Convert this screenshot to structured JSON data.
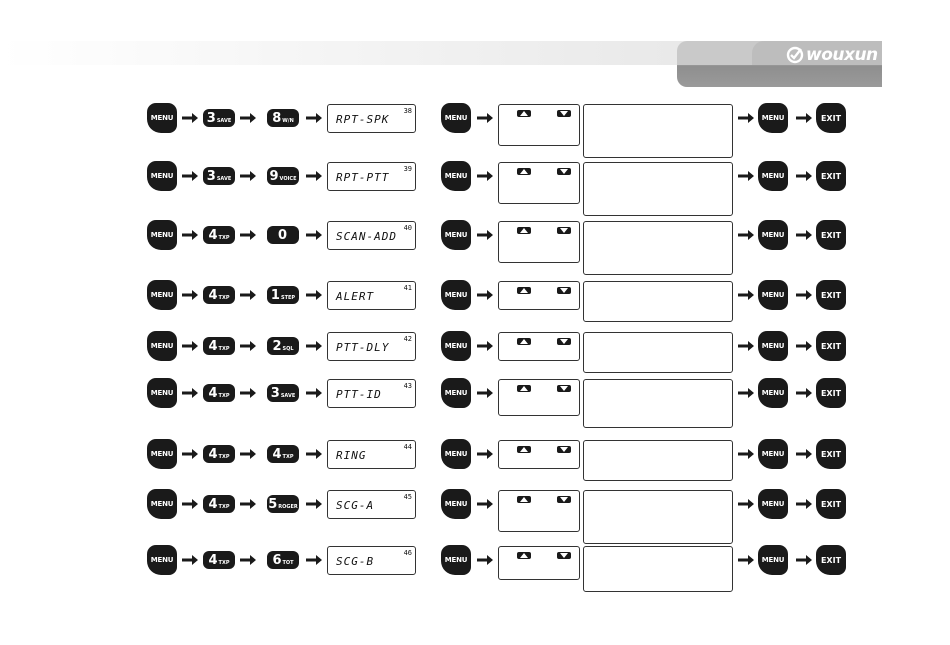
{
  "header": {
    "brand": "wouxun"
  },
  "keys": {
    "menu": "MENU",
    "exit": "EXIT"
  },
  "rows": [
    {
      "digit": "3",
      "sub": "SAVE",
      "digit2": "8",
      "sub2": "W/N",
      "label": "RPT-SPK",
      "num": "38"
    },
    {
      "digit": "3",
      "sub": "SAVE",
      "digit2": "9",
      "sub2": "VOICE",
      "label": "RPT-PTT",
      "num": "39"
    },
    {
      "digit": "4",
      "sub": "TXP",
      "digit2": "0",
      "sub2": "",
      "label": "SCAN-ADD",
      "num": "40"
    },
    {
      "digit": "4",
      "sub": "TXP",
      "digit2": "1",
      "sub2": "STEP",
      "label": "ALERT",
      "num": "41"
    },
    {
      "digit": "4",
      "sub": "TXP",
      "digit2": "2",
      "sub2": "SQL",
      "label": "PTT-DLY",
      "num": "42"
    },
    {
      "digit": "4",
      "sub": "TXP",
      "digit2": "3",
      "sub2": "SAVE",
      "label": "PTT-ID",
      "num": "43"
    },
    {
      "digit": "4",
      "sub": "TXP",
      "digit2": "4",
      "sub2": "TXP",
      "label": "RING",
      "num": "44"
    },
    {
      "digit": "4",
      "sub": "TXP",
      "digit2": "5",
      "sub2": "ROGER",
      "label": "SCG-A",
      "num": "45"
    },
    {
      "digit": "4",
      "sub": "TXP",
      "digit2": "6",
      "sub2": "TOT",
      "label": "SCG-B",
      "num": "46"
    }
  ]
}
